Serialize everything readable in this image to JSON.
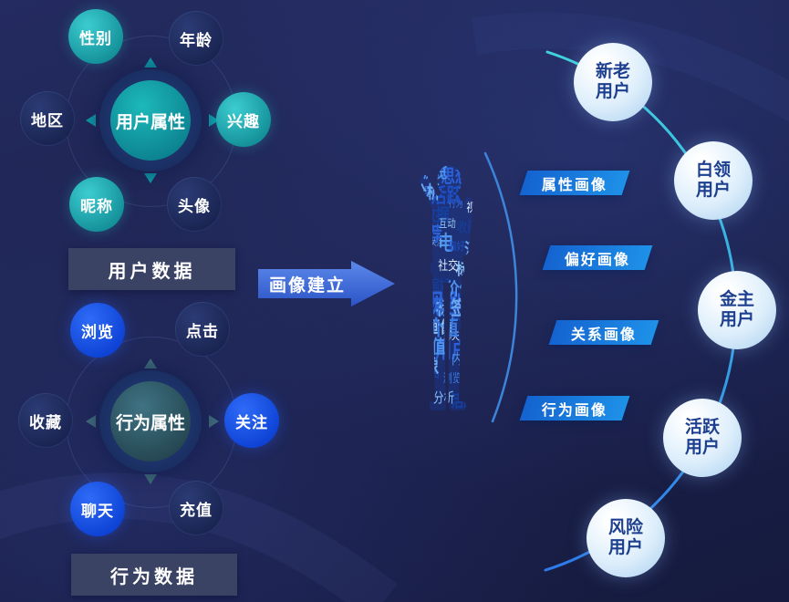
{
  "colors": {
    "background": "#1d2452",
    "teal_node": "#1fb0b4",
    "blue_node": "#1a55e8",
    "dark_node": "#1d2a5a",
    "arrow_blue": "#3f68d4",
    "portrait_tag_blue": "#1a7ad8",
    "segment_fill": "#ddeefb",
    "segment_text": "#1c3f8f",
    "arc_teal": "#3fd4dc",
    "arc_blue": "#2d7bea"
  },
  "hubs": {
    "user": {
      "center_label": "用户属性",
      "caption": "用户数据",
      "satellites": [
        {
          "label": "性别",
          "style": "teal"
        },
        {
          "label": "年龄",
          "style": "dark"
        },
        {
          "label": "地区",
          "style": "dark"
        },
        {
          "label": "兴趣",
          "style": "teal"
        },
        {
          "label": "昵称",
          "style": "teal"
        },
        {
          "label": "头像",
          "style": "dark"
        }
      ]
    },
    "behavior": {
      "center_label": "行为属性",
      "caption": "行为数据",
      "satellites": [
        {
          "label": "浏览",
          "style": "blue"
        },
        {
          "label": "点击",
          "style": "dark"
        },
        {
          "label": "收藏",
          "style": "dark"
        },
        {
          "label": "关注",
          "style": "blue"
        },
        {
          "label": "聊天",
          "style": "blue"
        },
        {
          "label": "充值",
          "style": "dark"
        }
      ]
    }
  },
  "arrow": {
    "label": "画像建立"
  },
  "portrait_tags": [
    {
      "label": "属性画像"
    },
    {
      "label": "偏好画像"
    },
    {
      "label": "关系画像"
    },
    {
      "label": "行为画像"
    }
  ],
  "user_segments": [
    {
      "label": "新老用户"
    },
    {
      "label": "白领用户"
    },
    {
      "label": "金主用户"
    },
    {
      "label": "活跃用户"
    },
    {
      "label": "风险用户"
    }
  ],
  "wordcloud": {
    "words": [
      "视剧",
      "电",
      "成功",
      "画像",
      "思想",
      "居家",
      "偏好",
      "兴趣",
      "用户",
      "行为",
      "数据",
      "标签",
      "点击",
      "浏览",
      "收藏",
      "关注",
      "聊天",
      "充值",
      "活跃",
      "消费",
      "社交",
      "内容",
      "会员",
      "互动",
      "推荐",
      "价值",
      "属性",
      "分析"
    ]
  }
}
